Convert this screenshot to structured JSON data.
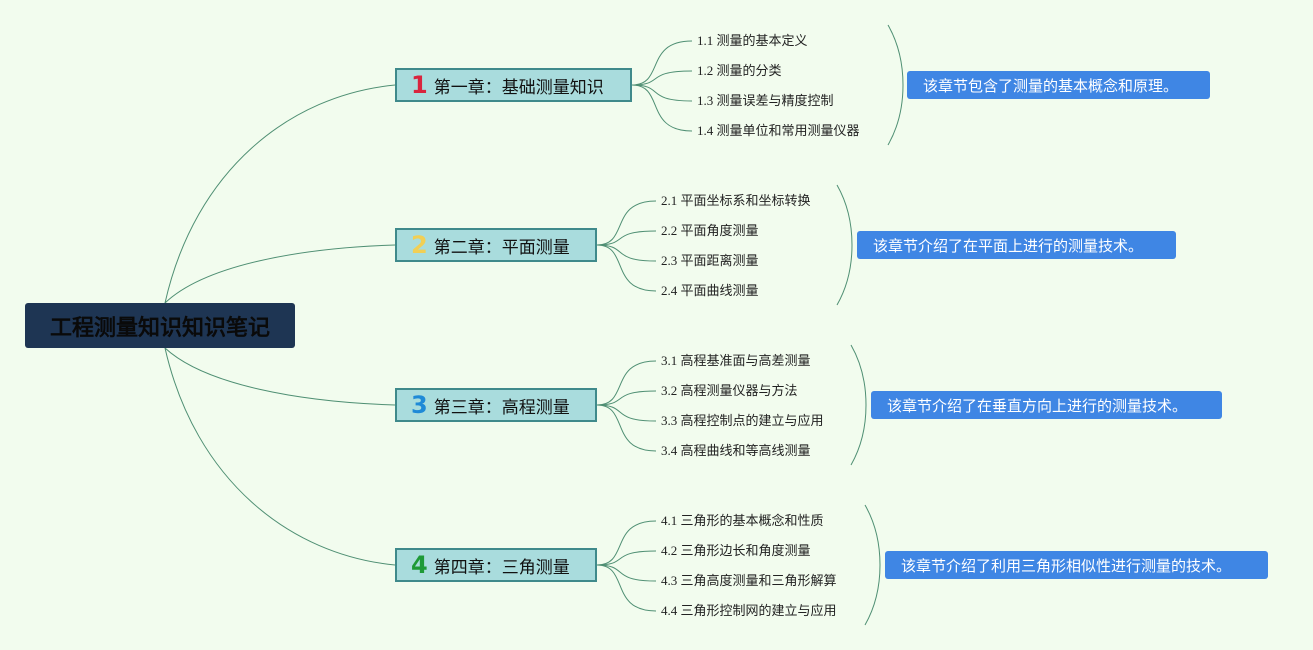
{
  "root": {
    "title": "工程测量知识知识笔记"
  },
  "chapters": [
    {
      "number": "1",
      "number_color": "#d9253e",
      "title": "第一章：基础测量知识",
      "sections": [
        "1.1 测量的基本定义",
        "1.2 测量的分类",
        "1.3 测量误差与精度控制",
        "1.4 测量单位和常用测量仪器"
      ],
      "summary": "该章节包含了测量的基本概念和原理。"
    },
    {
      "number": "2",
      "number_color": "#f1cf55",
      "title": "第二章：平面测量",
      "sections": [
        "2.1 平面坐标系和坐标转换",
        "2.2 平面角度测量",
        "2.3 平面距离测量",
        "2.4 平面曲线测量"
      ],
      "summary": "该章节介绍了在平面上进行的测量技术。"
    },
    {
      "number": "3",
      "number_color": "#1f8ad7",
      "title": "第三章：高程测量",
      "sections": [
        "3.1 高程基准面与高差测量",
        "3.2 高程测量仪器与方法",
        "3.3 高程控制点的建立与应用",
        "3.4 高程曲线和等高线测量"
      ],
      "summary": "该章节介绍了在垂直方向上进行的测量技术。"
    },
    {
      "number": "4",
      "number_color": "#1e9a37",
      "title": "第四章：三角测量",
      "sections": [
        "4.1 三角形的基本概念和性质",
        "4.2 三角形边长和角度测量",
        "4.3 三角高度测量和三角形解算",
        "4.4 三角形控制网的建立与应用"
      ],
      "summary": "该章节介绍了利用三角形相似性进行测量的技术。"
    }
  ],
  "colors": {
    "background": "#f2fcee",
    "root_fill": "#1e3553",
    "chapter_fill": "#a9dcdd",
    "chapter_border": "#3f8a8b",
    "summary_fill": "#3f86e4",
    "connector": "#4f8f73"
  }
}
